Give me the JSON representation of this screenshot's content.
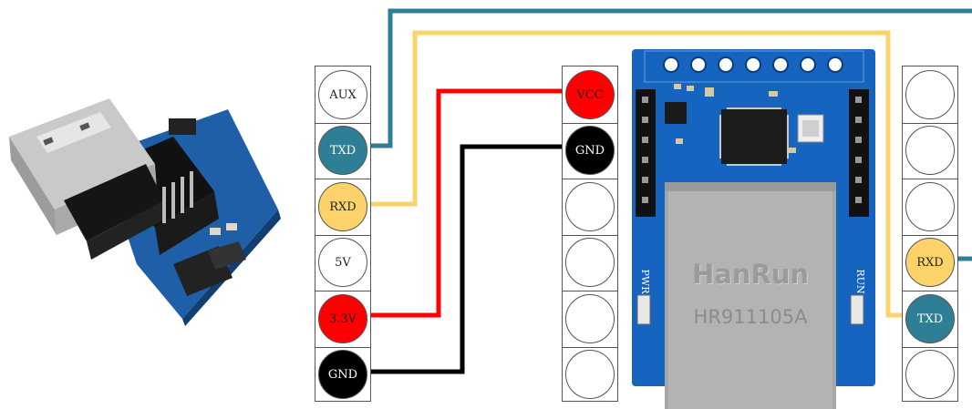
{
  "usb_adapter": {
    "pins": [
      {
        "label": "AUX",
        "color": "#ffffff",
        "text_color": "#222222"
      },
      {
        "label": "TXD",
        "color": "#2e7f96",
        "text_color": "#ffffff"
      },
      {
        "label": "RXD",
        "color": "#fbd36a",
        "text_color": "#222222"
      },
      {
        "label": "5V",
        "color": "#ffffff",
        "text_color": "#222222"
      },
      {
        "label": "3.3V",
        "color": "#ff0000",
        "text_color": "#222222"
      },
      {
        "label": "GND",
        "color": "#000000",
        "text_color": "#ffffff"
      }
    ]
  },
  "power_header": {
    "pins": [
      {
        "label": "VCC",
        "color": "#ff0000",
        "text_color": "#222222"
      },
      {
        "label": "GND",
        "color": "#000000",
        "text_color": "#ffffff"
      },
      {
        "label": "",
        "color": "#ffffff",
        "text_color": "#222222"
      },
      {
        "label": "",
        "color": "#ffffff",
        "text_color": "#222222"
      },
      {
        "label": "",
        "color": "#ffffff",
        "text_color": "#222222"
      },
      {
        "label": "",
        "color": "#ffffff",
        "text_color": "#222222"
      }
    ]
  },
  "right_header": {
    "pins": [
      {
        "label": "",
        "color": "#ffffff",
        "text_color": "#222222"
      },
      {
        "label": "",
        "color": "#ffffff",
        "text_color": "#222222"
      },
      {
        "label": "",
        "color": "#ffffff",
        "text_color": "#222222"
      },
      {
        "label": "RXD",
        "color": "#fbd36a",
        "text_color": "#222222"
      },
      {
        "label": "TXD",
        "color": "#2e7f96",
        "text_color": "#ffffff"
      },
      {
        "label": "",
        "color": "#ffffff",
        "text_color": "#222222"
      }
    ]
  },
  "module": {
    "brand": "HanRun",
    "model": "HR911105A",
    "pwr_label": "PWR",
    "run_label": "RUN",
    "board_color": "#1565c0"
  },
  "wire_colors": {
    "txd": "#2e7f96",
    "rxd": "#fbd36a",
    "vcc": "#ff0000",
    "gnd": "#000000"
  }
}
